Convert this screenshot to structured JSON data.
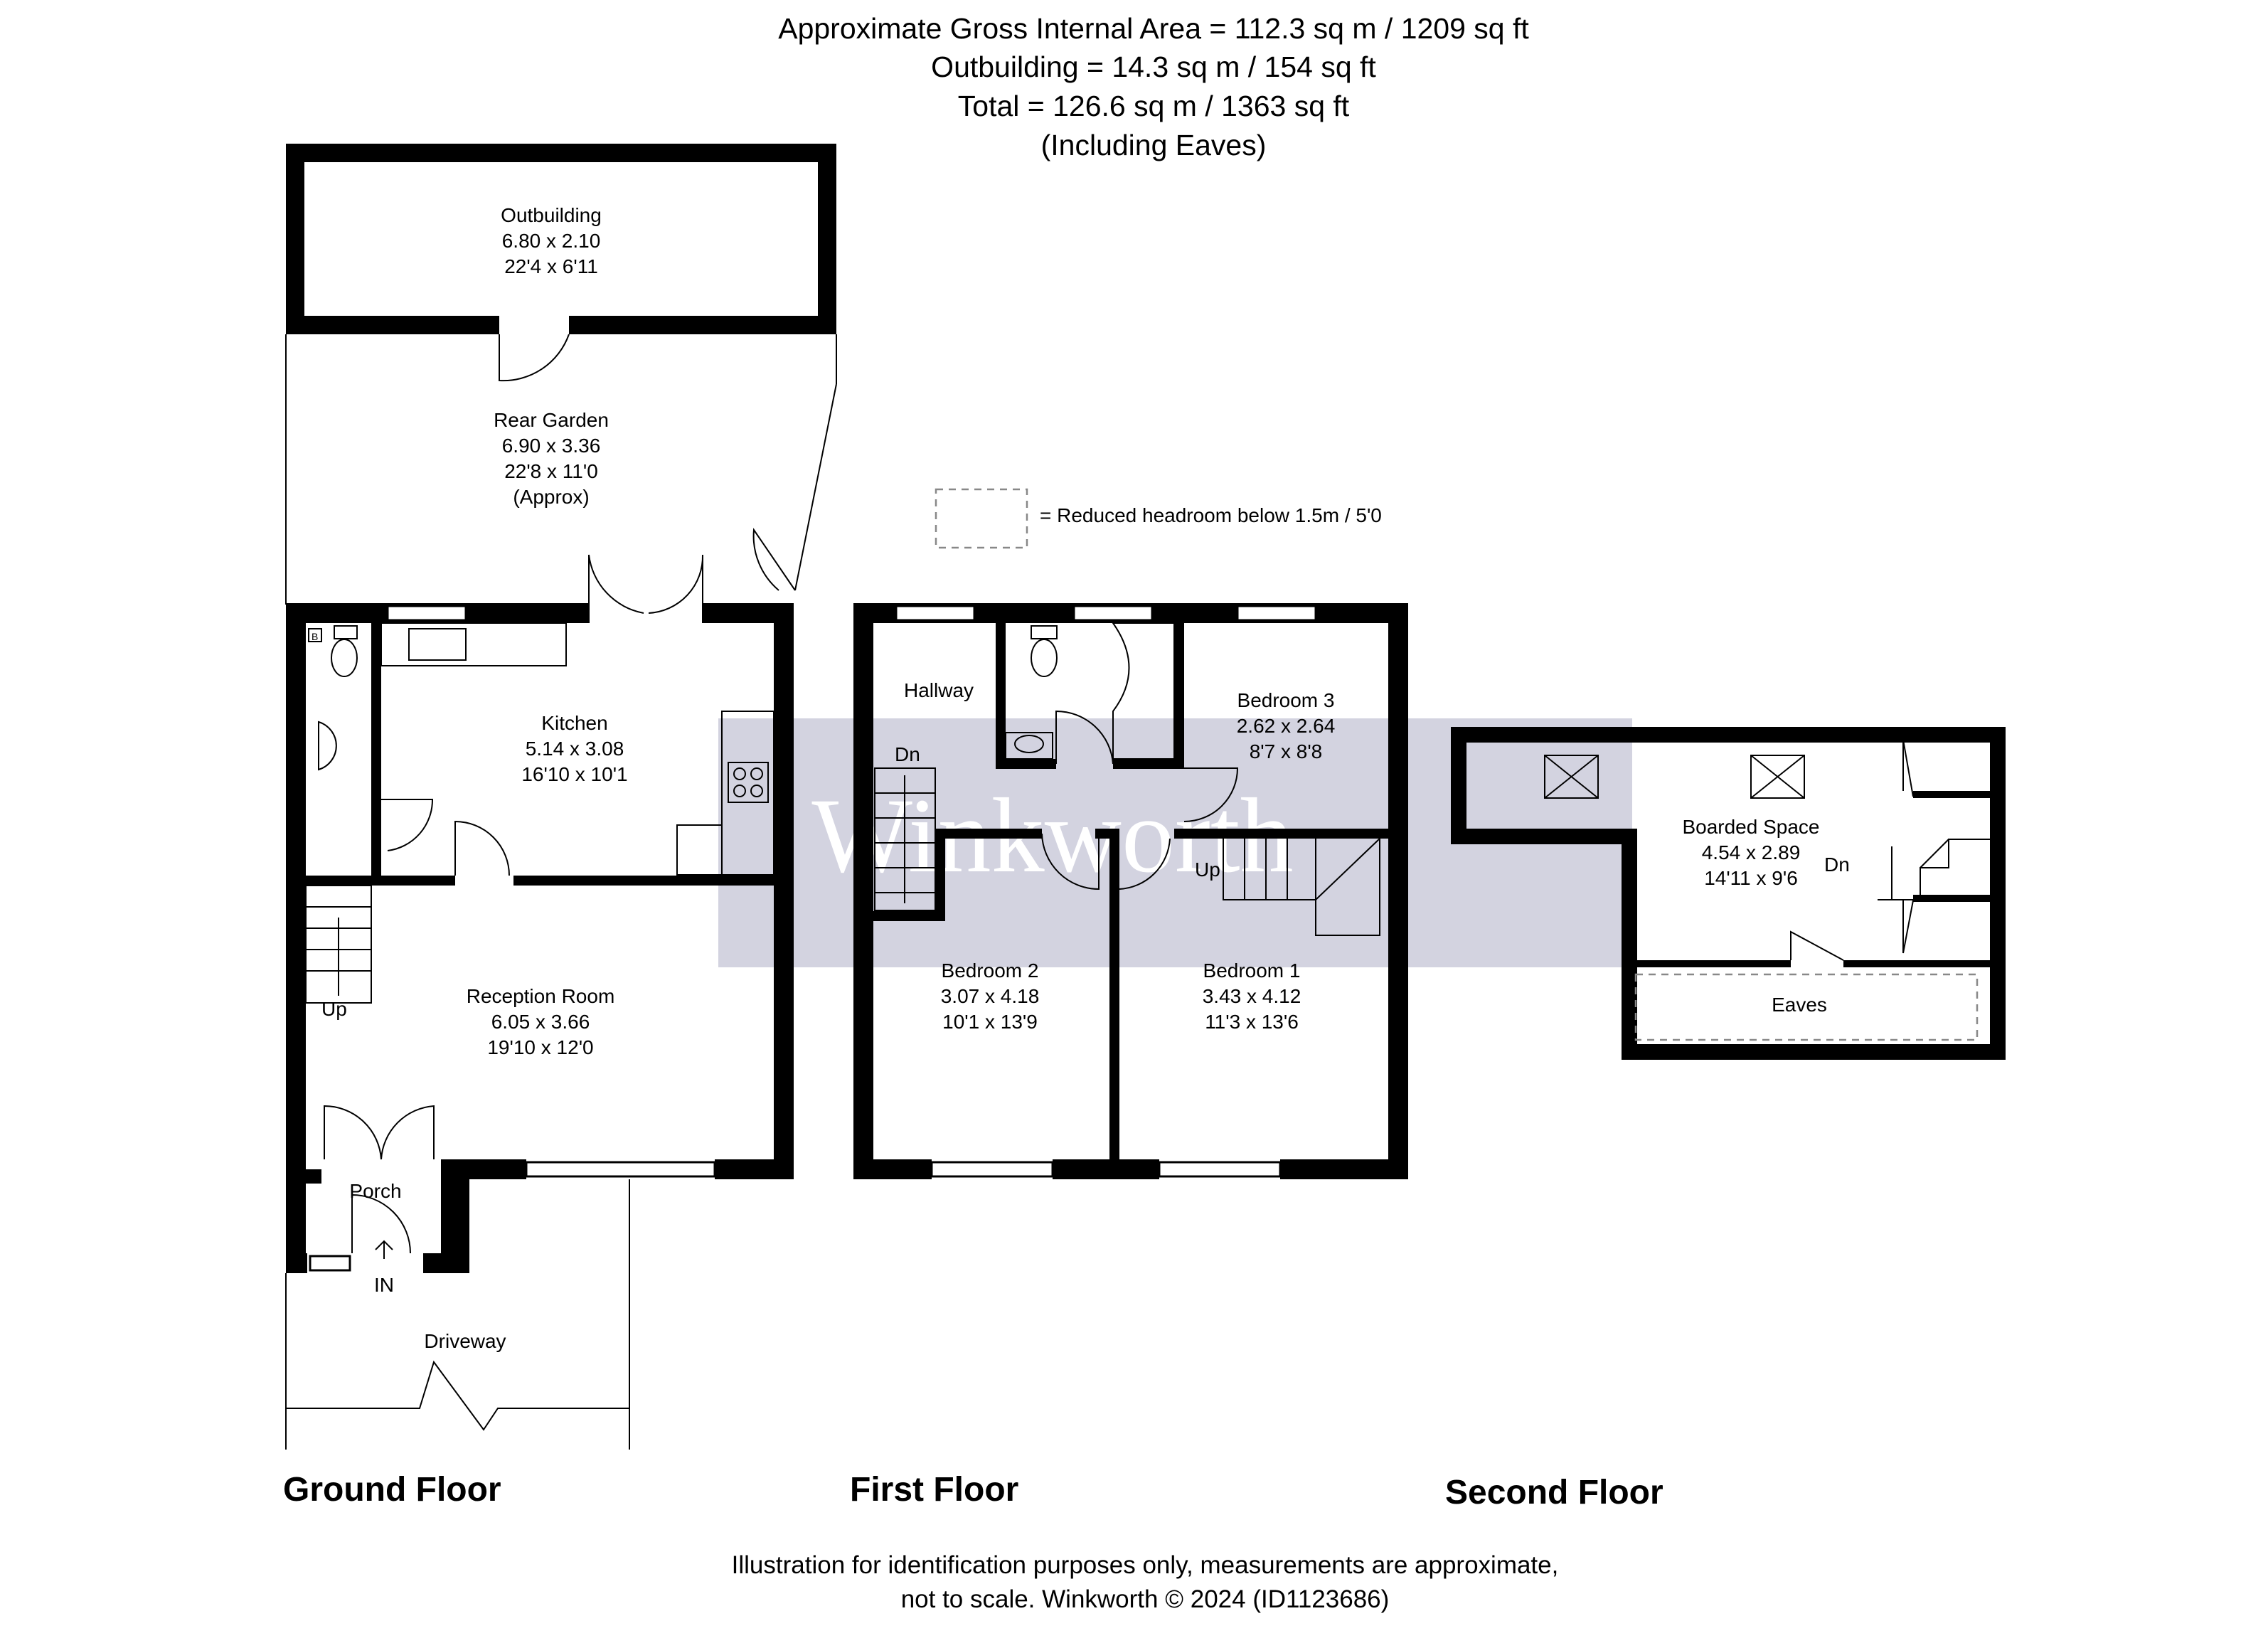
{
  "header": {
    "line1": "Approximate Gross Internal Area = 112.3 sq m / 1209 sq ft",
    "line2": "Outbuilding = 14.3 sq m / 154 sq ft",
    "line3": "Total = 126.6 sq m / 1363 sq ft",
    "line4": "(Including Eaves)"
  },
  "legend": {
    "text": "= Reduced headroom below 1.5m / 5'0"
  },
  "watermark": "Winkworth",
  "floors": {
    "ground": "Ground Floor",
    "first": "First Floor",
    "second": "Second Floor"
  },
  "rooms": {
    "outbuilding": {
      "name": "Outbuilding",
      "metric": "6.80 x 2.10",
      "imperial": "22'4 x 6'11"
    },
    "rear_garden": {
      "name": "Rear Garden",
      "metric": "6.90 x 3.36",
      "imperial": "22'8 x 11'0",
      "note": "(Approx)"
    },
    "kitchen": {
      "name": "Kitchen",
      "metric": "5.14 x 3.08",
      "imperial": "16'10 x 10'1"
    },
    "reception": {
      "name": "Reception Room",
      "metric": "6.05 x 3.66",
      "imperial": "19'10 x 12'0"
    },
    "porch": {
      "name": "Porch"
    },
    "driveway": {
      "name": "Driveway"
    },
    "hallway": {
      "name": "Hallway"
    },
    "bedroom3": {
      "name": "Bedroom 3",
      "metric": "2.62 x 2.64",
      "imperial": "8'7 x 8'8"
    },
    "bedroom2": {
      "name": "Bedroom 2",
      "metric": "3.07 x 4.18",
      "imperial": "10'1 x 13'9"
    },
    "bedroom1": {
      "name": "Bedroom 1",
      "metric": "3.43 x 4.12",
      "imperial": "11'3 x 13'6"
    },
    "boarded": {
      "name": "Boarded Space",
      "metric": "4.54 x 2.89",
      "imperial": "14'11 x 9'6"
    },
    "eaves": {
      "name": "Eaves"
    }
  },
  "labels": {
    "up": "Up",
    "dn": "Dn",
    "in": "IN",
    "boiler": "B"
  },
  "footer": {
    "line1": "Illustration for identification purposes only, measurements are approximate,",
    "line2": "not to scale. Winkworth © 2024 (ID1123686)"
  }
}
